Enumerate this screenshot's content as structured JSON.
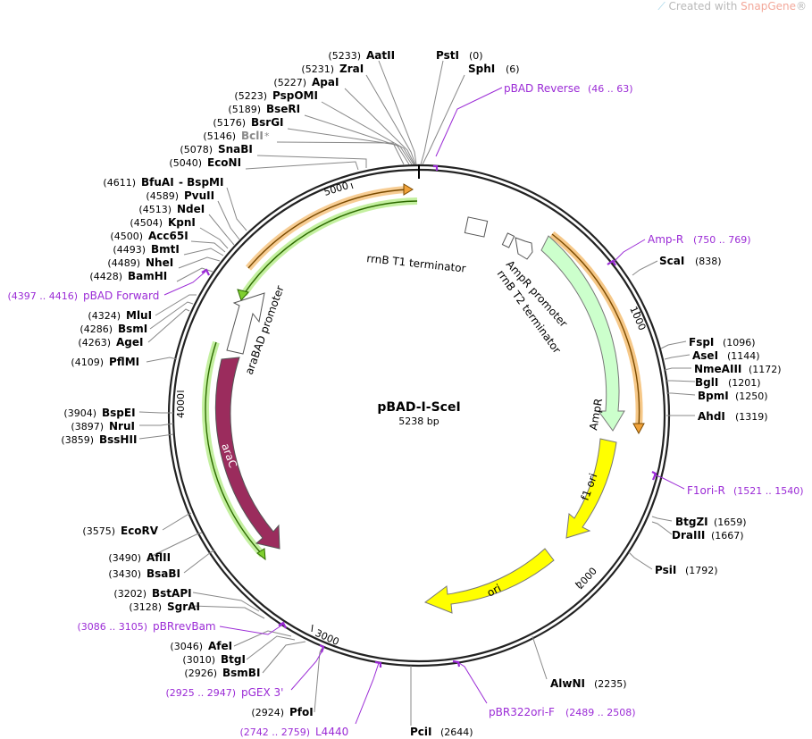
{
  "watermark": {
    "prefix": "Created with ",
    "brand": "SnapGene",
    "suffix": "®"
  },
  "plasmid": {
    "name": "pBAD-I-SceI",
    "length_label": "5238 bp"
  },
  "ticks": [
    "1000",
    "2000",
    "3000",
    "4000",
    "5000"
  ],
  "sites": [
    {
      "name": "AatII",
      "pos": "(5233)"
    },
    {
      "name": "ZraI",
      "pos": "(5231)"
    },
    {
      "name": "ApaI",
      "pos": "(5227)"
    },
    {
      "name": "PspOMI",
      "pos": "(5223)"
    },
    {
      "name": "BseRI",
      "pos": "(5189)"
    },
    {
      "name": "BsrGI",
      "pos": "(5176)"
    },
    {
      "name": "BclI",
      "pos": "(5146)",
      "suffix": "*"
    },
    {
      "name": "SnaBI",
      "pos": "(5078)"
    },
    {
      "name": "EcoNI",
      "pos": "(5040)"
    },
    {
      "name": "PstI",
      "pos": "(0)"
    },
    {
      "name": "SphI",
      "pos": "(6)"
    },
    {
      "name": "BfuAI",
      "pos": "(4611)",
      "extra": "- BspMI"
    },
    {
      "name": "PvuII",
      "pos": "(4589)"
    },
    {
      "name": "NdeI",
      "pos": "(4513)"
    },
    {
      "name": "KpnI",
      "pos": "(4504)"
    },
    {
      "name": "Acc65I",
      "pos": "(4500)"
    },
    {
      "name": "BmtI",
      "pos": "(4493)"
    },
    {
      "name": "NheI",
      "pos": "(4489)"
    },
    {
      "name": "BamHI",
      "pos": "(4428)"
    },
    {
      "name": "MluI",
      "pos": "(4324)"
    },
    {
      "name": "BsmI",
      "pos": "(4286)"
    },
    {
      "name": "AgeI",
      "pos": "(4263)"
    },
    {
      "name": "PflMI",
      "pos": "(4109)"
    },
    {
      "name": "BspEI",
      "pos": "(3904)"
    },
    {
      "name": "NruI",
      "pos": "(3897)"
    },
    {
      "name": "BssHII",
      "pos": "(3859)"
    },
    {
      "name": "EcoRV",
      "pos": "(3575)"
    },
    {
      "name": "AflII",
      "pos": "(3490)"
    },
    {
      "name": "BsaBI",
      "pos": "(3430)"
    },
    {
      "name": "BstAPI",
      "pos": "(3202)"
    },
    {
      "name": "SgrAI",
      "pos": "(3128)"
    },
    {
      "name": "AfeI",
      "pos": "(3046)"
    },
    {
      "name": "BtgI",
      "pos": "(3010)"
    },
    {
      "name": "BsmBI",
      "pos": "(2926)"
    },
    {
      "name": "PfoI",
      "pos": "(2924)"
    },
    {
      "name": "PciI",
      "pos": "(2644)"
    },
    {
      "name": "AlwNI",
      "pos": "(2235)"
    },
    {
      "name": "PsiI",
      "pos": "(1792)"
    },
    {
      "name": "BtgZI",
      "pos": "(1659)"
    },
    {
      "name": "DraIII",
      "pos": "(1667)"
    },
    {
      "name": "AhdI",
      "pos": "(1319)"
    },
    {
      "name": "BpmI",
      "pos": "(1250)"
    },
    {
      "name": "BglI",
      "pos": "(1201)"
    },
    {
      "name": "NmeAIII",
      "pos": "(1172)"
    },
    {
      "name": "AseI",
      "pos": "(1144)"
    },
    {
      "name": "FspI",
      "pos": "(1096)"
    },
    {
      "name": "ScaI",
      "pos": "(838)"
    }
  ],
  "primers": [
    {
      "name": "pBAD Reverse",
      "range": "(46 .. 63)"
    },
    {
      "name": "Amp-R",
      "range": "(750 .. 769)"
    },
    {
      "name": "F1ori-R",
      "range": "(1521 .. 1540)"
    },
    {
      "name": "pBR322ori-F",
      "range": "(2489 .. 2508)"
    },
    {
      "name": "L4440",
      "range": "(2742 .. 2759)"
    },
    {
      "name": "pGEX 3'",
      "range": "(2925 .. 2947)"
    },
    {
      "name": "pBRrevBam",
      "range": "(3086 .. 3105)"
    },
    {
      "name": "pBAD Forward",
      "range": "(4397 .. 4416)"
    }
  ],
  "features": [
    {
      "name": "rrnB T1 terminator"
    },
    {
      "name": "AmpR promoter"
    },
    {
      "name": "rrnB T2 terminator"
    },
    {
      "name": "AmpR"
    },
    {
      "name": "f1 ori"
    },
    {
      "name": "ori"
    },
    {
      "name": "araC"
    },
    {
      "name": "araBAD promoter"
    }
  ],
  "colors": {
    "orange_orf": "#f0a23a",
    "green_orf": "#7fcf2f",
    "ampr": "#ccffcc",
    "f1ori": "#ffff00",
    "ori": "#ffff00",
    "arac": "#9b2c5d",
    "primer": "#9b2bd6",
    "backbone": "#222222"
  }
}
